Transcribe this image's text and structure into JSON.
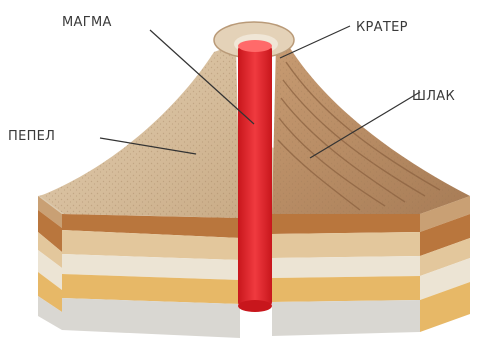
{
  "labels": {
    "magma": "МАГМА",
    "crater": "КРАТЕР",
    "slag": "ШЛАК",
    "ash": "ПЕПЕЛ"
  },
  "colors": {
    "magma": "#e8232a",
    "magma_dark": "#b0141a",
    "cone_light": "#d9c2a3",
    "cone_dark": "#b89470",
    "layer_brown": "#b9763d",
    "layer_tan": "#e3c79c",
    "layer_light": "#ece4d4",
    "layer_yellow": "#e7b867",
    "layer_grey": "#d9d7d2",
    "line": "#333333"
  }
}
